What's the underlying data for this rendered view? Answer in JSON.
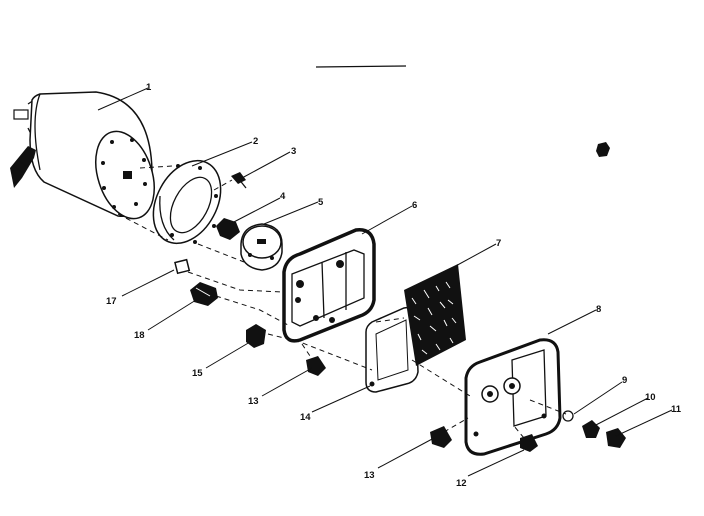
{
  "diagram": {
    "labels": [
      {
        "id": "motor",
        "text": "1"
      },
      {
        "id": "adapter-ring",
        "text": "2"
      },
      {
        "id": "screw-3",
        "text": "3"
      },
      {
        "id": "nut-4",
        "text": "4"
      },
      {
        "id": "impeller",
        "text": "5"
      },
      {
        "id": "pump-body",
        "text": "6"
      },
      {
        "id": "filter",
        "text": "7"
      },
      {
        "id": "cover-plate",
        "text": "8"
      },
      {
        "id": "o-ring",
        "text": "9"
      },
      {
        "id": "plug-10",
        "text": "10"
      },
      {
        "id": "plug-11",
        "text": "11"
      },
      {
        "id": "screw-12",
        "text": "12"
      },
      {
        "id": "screw-13-lower",
        "text": "13"
      },
      {
        "id": "screw-13-upper",
        "text": "13"
      },
      {
        "id": "gasket",
        "text": "14"
      },
      {
        "id": "valve-15",
        "text": "15"
      },
      {
        "id": "fitting-18",
        "text": "18"
      },
      {
        "id": "key-17",
        "text": "17"
      }
    ]
  }
}
